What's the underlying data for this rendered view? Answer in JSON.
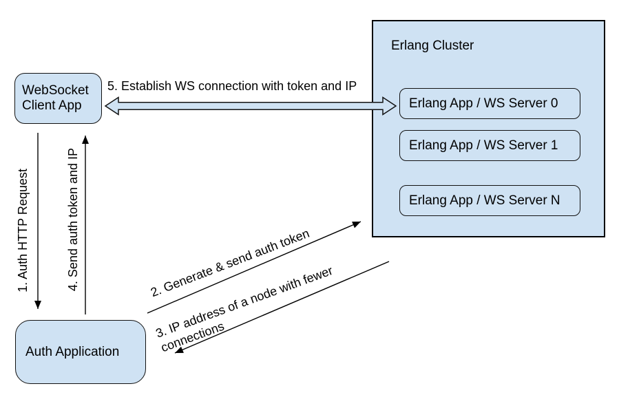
{
  "nodes": {
    "ws_client": {
      "label": "WebSocket\nClient App"
    },
    "auth_app": {
      "label": "Auth Application"
    },
    "erlang_cluster": {
      "title": "Erlang Cluster",
      "servers": [
        "Erlang App / WS Server 0",
        "Erlang App / WS Server 1",
        "Erlang App / WS Server N"
      ]
    }
  },
  "arrows": {
    "step1": "1. Auth HTTP Request",
    "step2": "2. Generate & send auth token",
    "step3": "3. IP address of a node with fewer\nconnections",
    "step4": "4. Send auth token and IP",
    "step5": "5. Establish WS connection with token and IP"
  },
  "colors": {
    "node_fill": "#cfe2f3",
    "stroke": "#000000",
    "canvas_bg": "#ffffff"
  }
}
